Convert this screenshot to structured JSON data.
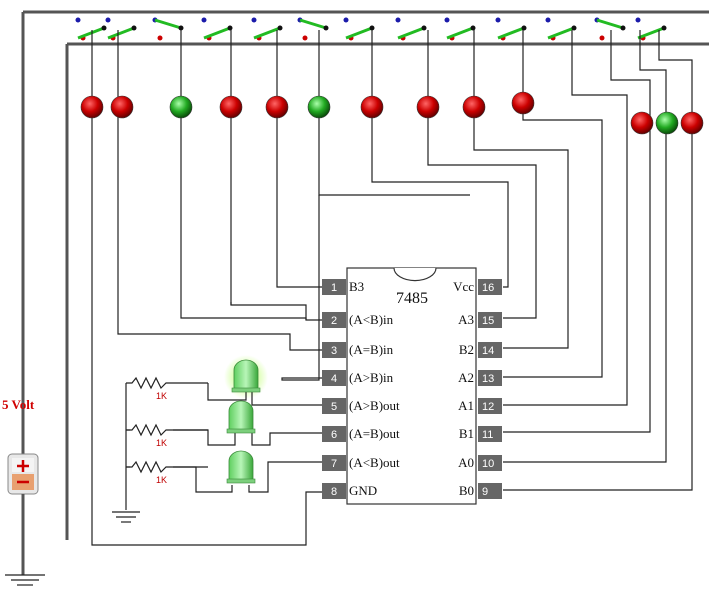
{
  "chip": {
    "name": "7485",
    "left_pins": [
      {
        "num": "1",
        "label": "B3"
      },
      {
        "num": "2",
        "label": "(A<B)in"
      },
      {
        "num": "3",
        "label": "(A=B)in"
      },
      {
        "num": "4",
        "label": "(A>B)in"
      },
      {
        "num": "5",
        "label": "(A>B)out"
      },
      {
        "num": "6",
        "label": "(A=B)out"
      },
      {
        "num": "7",
        "label": "(A<B)out"
      },
      {
        "num": "8",
        "label": "GND"
      }
    ],
    "right_pins": [
      {
        "num": "16",
        "label": "Vcc"
      },
      {
        "num": "15",
        "label": "A3"
      },
      {
        "num": "14",
        "label": "B2"
      },
      {
        "num": "13",
        "label": "A2"
      },
      {
        "num": "12",
        "label": "A1"
      },
      {
        "num": "11",
        "label": "B1"
      },
      {
        "num": "10",
        "label": "A0"
      },
      {
        "num": "9",
        "label": "B0"
      }
    ]
  },
  "battery": {
    "label": "5 Volt"
  },
  "resistors": [
    {
      "label": "1K"
    },
    {
      "label": "1K"
    },
    {
      "label": "1K"
    }
  ],
  "colors": {
    "led_red": "#cc0000",
    "led_green": "#22aa22",
    "switch_green": "#22bb22",
    "pin_box": "#666666",
    "volt_text": "#d00000"
  },
  "indicator_leds": [
    "red",
    "red",
    "green",
    "red",
    "red",
    "green",
    "red",
    "red",
    "red",
    "red",
    "red",
    "green",
    "red"
  ],
  "output_leds": [
    "green",
    "green",
    "green"
  ]
}
